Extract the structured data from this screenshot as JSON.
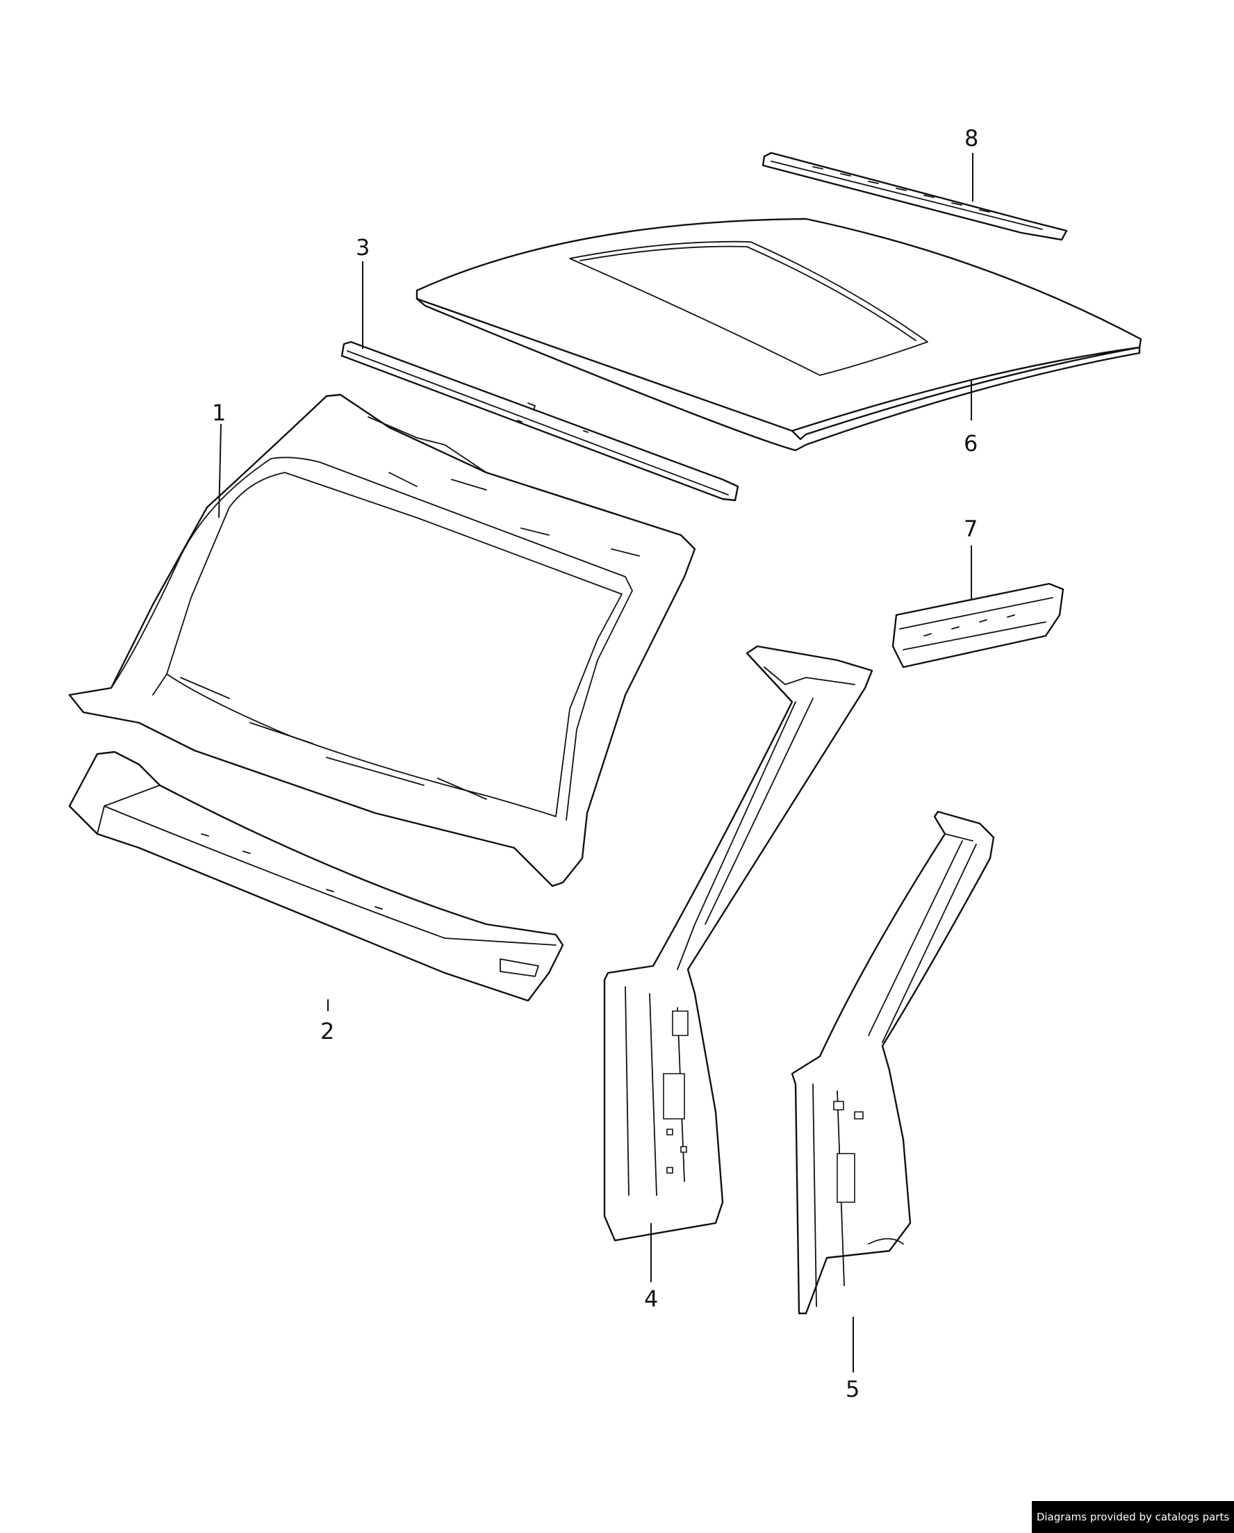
{
  "diagram": {
    "callouts": [
      {
        "id": "1",
        "label": "1"
      },
      {
        "id": "2",
        "label": "2"
      },
      {
        "id": "3",
        "label": "3"
      },
      {
        "id": "4",
        "label": "4"
      },
      {
        "id": "5",
        "label": "5"
      },
      {
        "id": "6",
        "label": "6"
      },
      {
        "id": "7",
        "label": "7"
      },
      {
        "id": "8",
        "label": "8"
      }
    ]
  },
  "footer": {
    "credit": "Diagrams provided by catalogs parts"
  },
  "colors": {
    "line": "#111111",
    "background": "#ffffff",
    "badge": "#000000"
  }
}
